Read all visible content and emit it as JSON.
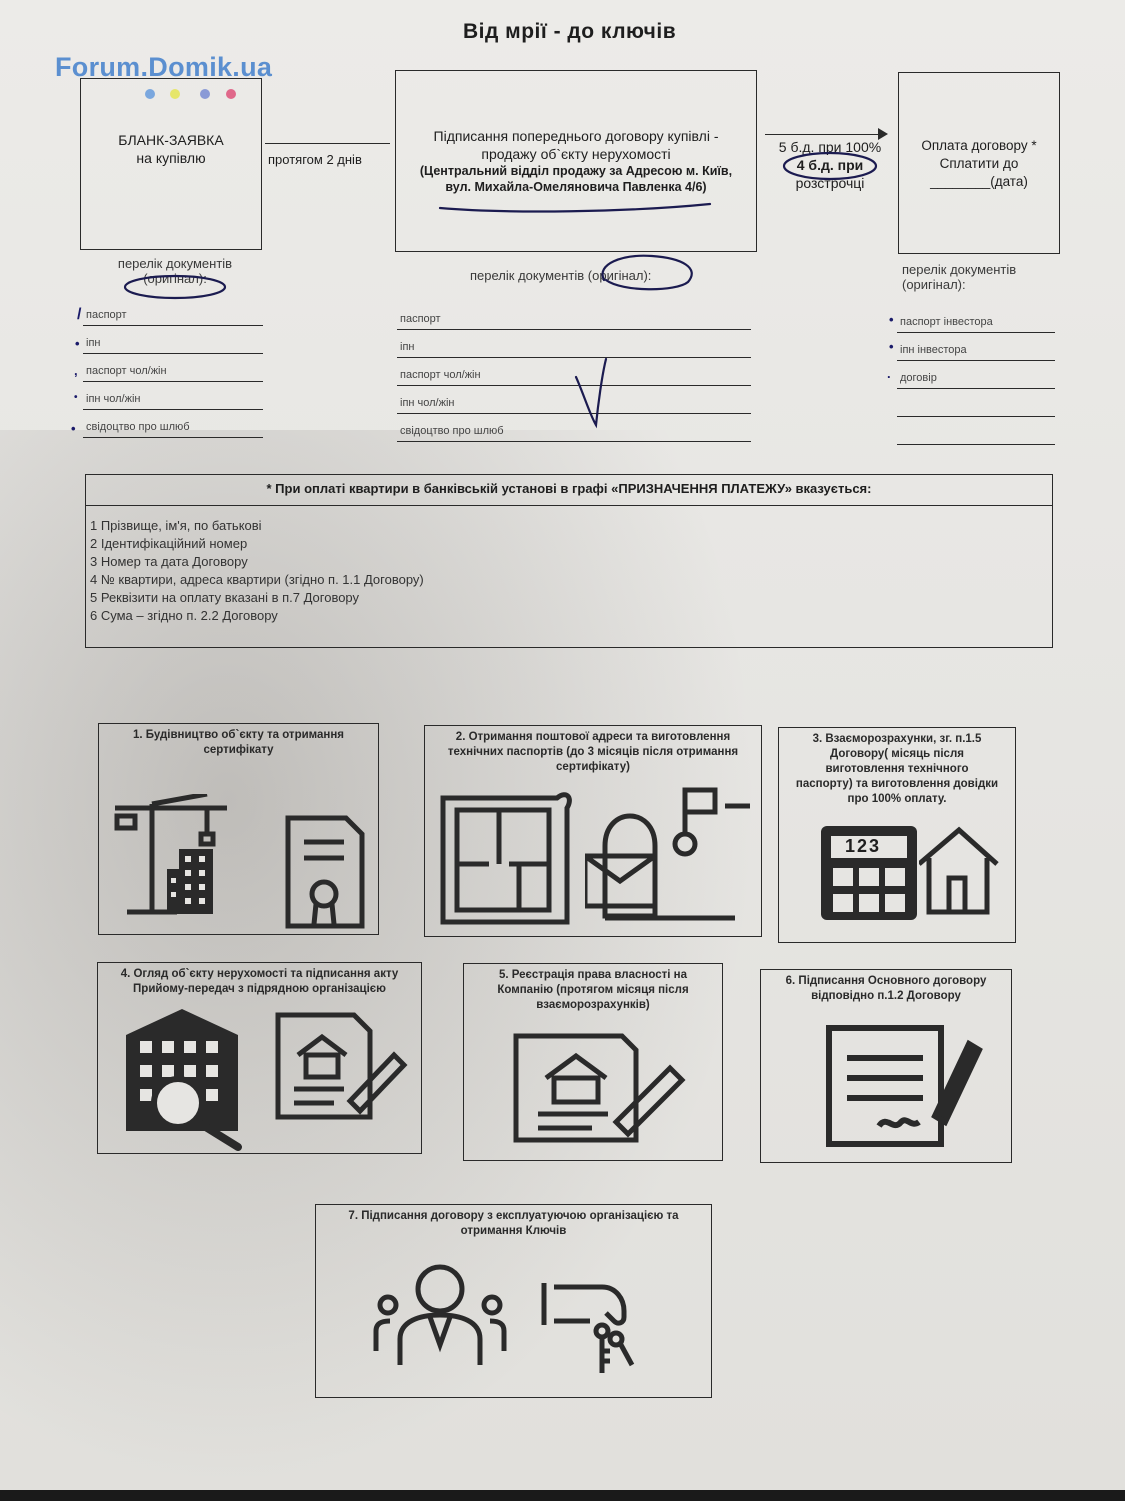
{
  "watermark": "Forum.Domik.ua",
  "brand_dots": [
    "#7aa7de",
    "#e6e66a",
    "#8a9ad6",
    "#e0688a"
  ],
  "title": "Від мрії - до ключів",
  "flow": {
    "box1": {
      "line1": "БЛАНК-ЗАЯВКА",
      "line2": "на купівлю"
    },
    "arrow1": "протягом 2 днів",
    "box2": {
      "line1": "Підписання попереднього договору купівлі -",
      "line2": "продажу об`єкту нерухомості",
      "line3": "(Центральний відділ продажу за Адресою м. Київ,",
      "line4": "вул. Михайла-Омеляновича Павленка 4/6)"
    },
    "arrow2": {
      "line1": "5 б.д. при 100%",
      "line2": "4 б.д. при",
      "line3": "розстрочці"
    },
    "box3": {
      "line1": "Оплата договору *",
      "line2": "Сплатити до",
      "line3": "________(дата)"
    }
  },
  "docs": {
    "col1": {
      "label1": "перелік документів",
      "label2": "(оригінал):",
      "items": [
        "паспорт",
        "іпн",
        "паспорт чол/жін",
        "іпн чол/жін",
        "свідоцтво про шлюб"
      ]
    },
    "col2": {
      "label": "перелік документів (оригінал):",
      "items": [
        "паспорт",
        "іпн",
        "паспорт чол/жін",
        "іпн чол/жін",
        "свідоцтво про шлюб"
      ]
    },
    "col3": {
      "label1": "перелік документів",
      "label2": "(оригінал):",
      "items": [
        "паспорт інвестора",
        "іпн інвестора",
        "договір"
      ]
    }
  },
  "note": {
    "header": "* При оплаті квартири в банківській установі в графі «ПРИЗНАЧЕННЯ ПЛАТЕЖУ» вказується:",
    "items": [
      "1 Прізвище, ім'я, по батькові",
      "2 Ідентифікаційний номер",
      "3 Номер та дата Договору",
      "4 № квартири, адреса квартири (згідно п. 1.1 Договору)",
      "5 Реквізити на оплату вказані в п.7 Договору",
      "6 Сума – згідно п. 2.2 Договору"
    ]
  },
  "cards": [
    {
      "l1": "1. Будівництво об`єкту та отримання",
      "l2": "сертифікату",
      "l3": ""
    },
    {
      "l1": "2. Отримання поштової адреси та виготовлення",
      "l2": "технічних паспортів (до 3 місяців після отримання",
      "l3": "сертифікату)"
    },
    {
      "l1": "3. Взаєморозрахунки, зг. п.1.5",
      "l2": "Договору( місяць після",
      "l3": "виготовлення технічного",
      "l4": "паспорту) та виготовлення довідки",
      "l5": "про 100% оплату."
    },
    {
      "l1": "4. Огляд об`єкту нерухомості та підписання акту",
      "l2": "Прийому-передач  з підрядною організацією",
      "l3": ""
    },
    {
      "l1": "5. Реєстрація права власності на",
      "l2": "Компанію (протягом місяця після",
      "l3": "взаєморозрахунків)"
    },
    {
      "l1": "6. Підписання Основного договору",
      "l2": "відповідно п.1.2 Договору",
      "l3": ""
    },
    {
      "l1": "7. Підписання договору з експлуатуючою організацією та",
      "l2": "отримання Ключів",
      "l3": ""
    }
  ],
  "calculator_display": "123",
  "icons": [
    "crane-building-icon",
    "certificate-icon",
    "floor-plan-icon",
    "mailbox-icon",
    "calculator-icon",
    "house-icon",
    "apartment-building-icon",
    "magnifier-icon",
    "house-document-pen-icon",
    "contract-signature-icon",
    "people-group-icon",
    "hand-keys-icon",
    "checkmark-icon"
  ]
}
